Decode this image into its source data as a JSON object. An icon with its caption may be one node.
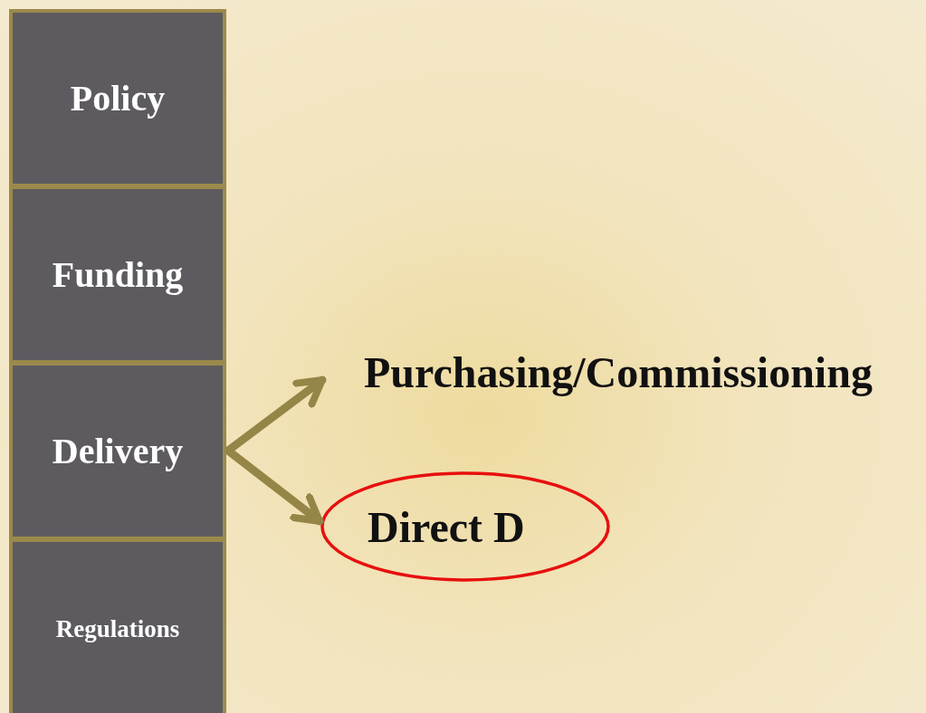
{
  "diagram": {
    "nodes": [
      {
        "text": [
          "Policy"
        ]
      },
      {
        "text": [
          "Funding"
        ]
      },
      {
        "text": [
          "Delivery"
        ]
      },
      {
        "text": [
          "Regulations"
        ]
      },
      {
        "text": [
          "Purchasing/Commissioning"
        ]
      },
      {
        "text": [
          "Direct D"
        ]
      }
    ],
    "edges": [
      {
        "from": 2,
        "to": 4,
        "arrow": "to"
      },
      {
        "from": 2,
        "to": 5,
        "arrow": "to"
      }
    ]
  }
}
